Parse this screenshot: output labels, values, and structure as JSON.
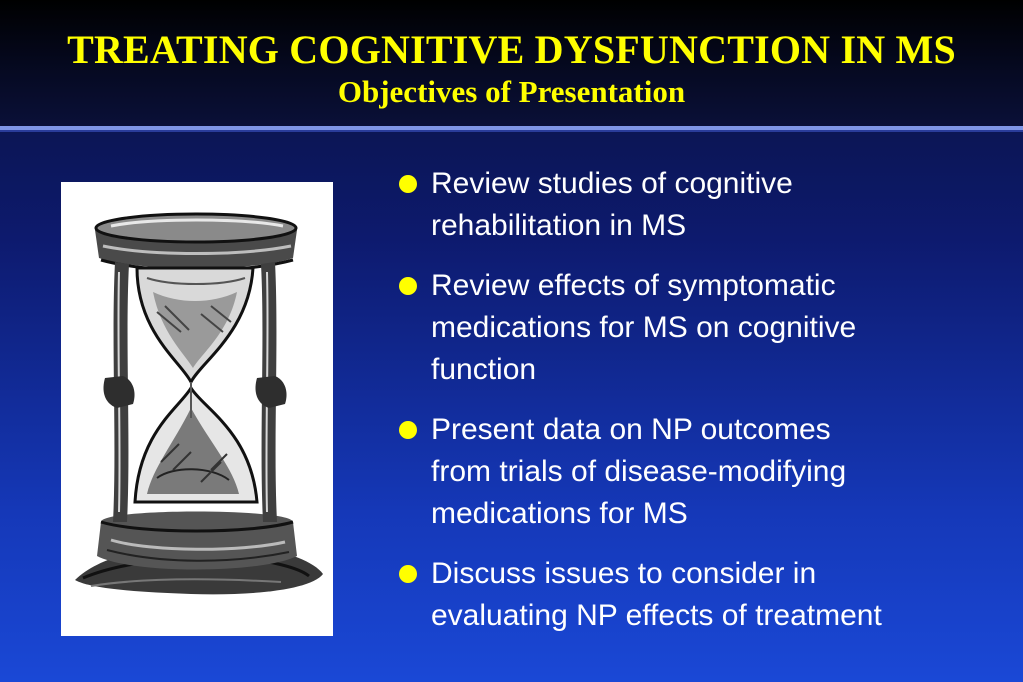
{
  "slide": {
    "title": "TREATING COGNITIVE DYSFUNCTION IN MS",
    "subtitle": "Objectives of Presentation",
    "colors": {
      "title_text": "#ffff00",
      "bullet_marker": "#ffff00",
      "body_text": "#ffffff",
      "background_top": "#0a1036",
      "background_bottom": "#1a48d6",
      "divider": "#7f96e6"
    },
    "image": {
      "icon": "hourglass-icon"
    },
    "bullets": [
      {
        "text": "Review studies of cognitive\nrehabilitation in MS"
      },
      {
        "text": "Review effects of  symptomatic\nmedications for MS on cognitive\nfunction"
      },
      {
        "text": "Present data on NP outcomes\nfrom trials of disease-modifying\nmedications for MS"
      },
      {
        "text": "Discuss issues to consider in\nevaluating NP effects of treatment"
      }
    ]
  }
}
